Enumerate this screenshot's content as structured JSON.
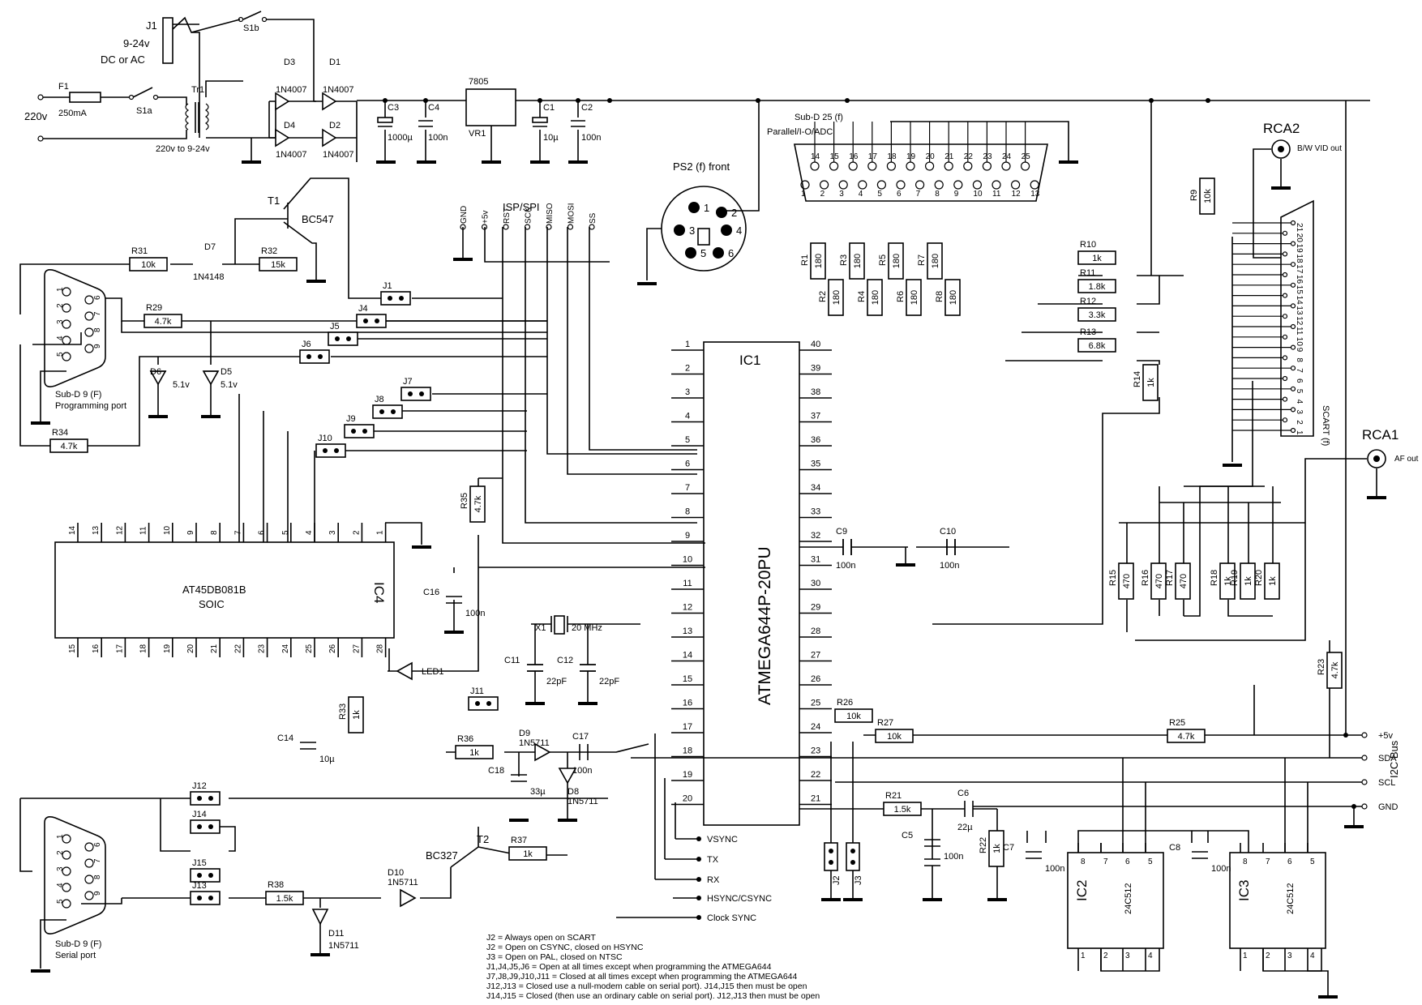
{
  "power": {
    "j1": "J1",
    "j1_v": "9-24v",
    "j1_type": "DC or AC",
    "mains": "220v",
    "fuse": "F1",
    "fuse_val": "250mA",
    "s1a": "S1a",
    "s1b": "S1b",
    "tr1": "Tr1",
    "tr1_val": "220v to 9-24v",
    "diodes": [
      "D3",
      "D1",
      "D4",
      "D2"
    ],
    "diode_type": "1N4007",
    "c3": "C3",
    "c3_val": "1000µ",
    "c4": "C4",
    "c4_val": "100n",
    "reg": "7805",
    "reg_ref": "VR1",
    "c1": "C1",
    "c1_val": "10µ",
    "c2": "C2",
    "c2_val": "100n"
  },
  "connectors": {
    "subd25": "Sub-D 25 (f)",
    "subd25_desc": "Parallel/I-O/ADC",
    "subd25_top": [
      "14",
      "15",
      "16",
      "17",
      "18",
      "19",
      "20",
      "21",
      "22",
      "23",
      "24",
      "25"
    ],
    "subd25_bot": [
      "1",
      "2",
      "3",
      "4",
      "5",
      "6",
      "7",
      "8",
      "9",
      "10",
      "11",
      "12",
      "13"
    ],
    "ps2": "PS2 (f) front",
    "ps2_pins": [
      "1",
      "2",
      "3",
      "4",
      "5",
      "6"
    ],
    "isp": "ISP/SPI",
    "isp_pins": [
      "GND",
      "+5v",
      "RST",
      "SCK",
      "MISO",
      "MOSI",
      "SS"
    ],
    "rca2": "RCA2",
    "rca2_desc": "B/W VID out",
    "rca1": "RCA1",
    "rca1_desc": "AF out",
    "scart": "SCART (f)",
    "scart_pins": [
      "21",
      "20",
      "19",
      "18",
      "17",
      "16",
      "15",
      "14",
      "13",
      "12",
      "11",
      "10",
      "9",
      "8",
      "7",
      "6",
      "5",
      "4",
      "3",
      "2",
      "1"
    ],
    "subd9_prog": "Sub-D 9 (F)",
    "subd9_prog_desc": "Programming port",
    "subd9_ser": "Sub-D 9 (F)",
    "subd9_ser_desc": "Serial port",
    "subd9_pins_left": [
      "1",
      "2",
      "3",
      "4",
      "5"
    ],
    "subd9_pins_right": [
      "6",
      "7",
      "8",
      "9"
    ],
    "i2c": "I2C Bus",
    "i2c_lines": [
      "+5v",
      "SDA",
      "SCL",
      "GND"
    ]
  },
  "ic1": {
    "ref": "IC1",
    "part": "ATMEGA644P-20PU",
    "left_pins": [
      "1",
      "2",
      "3",
      "4",
      "5",
      "6",
      "7",
      "8",
      "9",
      "10",
      "11",
      "12",
      "13",
      "14",
      "15",
      "16",
      "17",
      "18",
      "19",
      "20"
    ],
    "right_pins": [
      "40",
      "39",
      "38",
      "37",
      "36",
      "35",
      "34",
      "33",
      "32",
      "31",
      "30",
      "29",
      "28",
      "27",
      "26",
      "25",
      "24",
      "23",
      "22",
      "21"
    ]
  },
  "ic4": {
    "ref": "IC4",
    "part": "AT45DB081B",
    "pkg": "SOIC",
    "top_pins": [
      "14",
      "13",
      "12",
      "11",
      "10",
      "9",
      "8",
      "7",
      "6",
      "5",
      "4",
      "3",
      "2",
      "1"
    ],
    "bot_pins": [
      "15",
      "16",
      "17",
      "18",
      "19",
      "20",
      "21",
      "22",
      "23",
      "24",
      "25",
      "26",
      "27",
      "28"
    ]
  },
  "eeprom": {
    "ic2": "IC2",
    "ic3": "IC3",
    "part": "24C512",
    "top_pins": [
      "8",
      "7",
      "6",
      "5"
    ],
    "bot_pins": [
      "1",
      "2",
      "3",
      "4"
    ]
  },
  "transistors": {
    "t1": "T1",
    "t1_type": "BC547",
    "t2": "T2",
    "t2_type": "BC327"
  },
  "resistors": [
    {
      "ref": "R31",
      "val": "10k"
    },
    {
      "ref": "R32",
      "val": "15k"
    },
    {
      "ref": "R29",
      "val": "4.7k"
    },
    {
      "ref": "R34",
      "val": "4.7k"
    },
    {
      "ref": "R35",
      "val": "4.7k"
    },
    {
      "ref": "R33",
      "val": "1k"
    },
    {
      "ref": "R36",
      "val": "1k"
    },
    {
      "ref": "R37",
      "val": "1k"
    },
    {
      "ref": "R38",
      "val": "1.5k"
    },
    {
      "ref": "R1",
      "val": "180"
    },
    {
      "ref": "R2",
      "val": "180"
    },
    {
      "ref": "R3",
      "val": "180"
    },
    {
      "ref": "R4",
      "val": "180"
    },
    {
      "ref": "R5",
      "val": "180"
    },
    {
      "ref": "R6",
      "val": "180"
    },
    {
      "ref": "R7",
      "val": "180"
    },
    {
      "ref": "R8",
      "val": "180"
    },
    {
      "ref": "R9",
      "val": "10k"
    },
    {
      "ref": "R10",
      "val": "1k"
    },
    {
      "ref": "R11",
      "val": "1.8k"
    },
    {
      "ref": "R12",
      "val": "3.3k"
    },
    {
      "ref": "R13",
      "val": "6.8k"
    },
    {
      "ref": "R14",
      "val": "1k"
    },
    {
      "ref": "R15",
      "val": "470"
    },
    {
      "ref": "R16",
      "val": "470"
    },
    {
      "ref": "R17",
      "val": "470"
    },
    {
      "ref": "R18",
      "val": "1k"
    },
    {
      "ref": "R19",
      "val": "1k"
    },
    {
      "ref": "R20",
      "val": "1k"
    },
    {
      "ref": "R21",
      "val": "1.5k"
    },
    {
      "ref": "R22",
      "val": "1k"
    },
    {
      "ref": "R23",
      "val": "4.7k"
    },
    {
      "ref": "R25",
      "val": "4.7k"
    },
    {
      "ref": "R26",
      "val": "10k"
    },
    {
      "ref": "R27",
      "val": "10k"
    }
  ],
  "caps": [
    {
      "ref": "C9",
      "val": "100n"
    },
    {
      "ref": "C10",
      "val": "100n"
    },
    {
      "ref": "C11",
      "val": "22pF"
    },
    {
      "ref": "C12",
      "val": "22pF"
    },
    {
      "ref": "C14",
      "val": "10µ"
    },
    {
      "ref": "C16",
      "val": "100n"
    },
    {
      "ref": "C17",
      "val": "100n"
    },
    {
      "ref": "C18",
      "val": "33µ"
    },
    {
      "ref": "C5",
      "val": "100n"
    },
    {
      "ref": "C6",
      "val": "22µ"
    },
    {
      "ref": "C7",
      "val": "100n"
    },
    {
      "ref": "C8",
      "val": "100n"
    }
  ],
  "crystal": {
    "ref": "X1",
    "val": "20 MHz"
  },
  "misc_diodes": [
    {
      "ref": "D6",
      "val": "5.1v"
    },
    {
      "ref": "D5",
      "val": "5.1v"
    },
    {
      "ref": "D7",
      "val": "1N4148"
    },
    {
      "ref": "D9",
      "val": "1N5711"
    },
    {
      "ref": "D8",
      "val": "1N5711"
    },
    {
      "ref": "D10",
      "val": "1N5711"
    },
    {
      "ref": "D11",
      "val": "1N5711"
    },
    {
      "ref": "LED1",
      "val": ""
    }
  ],
  "jumpers": [
    "J1",
    "J4",
    "J5",
    "J6",
    "J7",
    "J8",
    "J9",
    "J10",
    "J11",
    "J12",
    "J14",
    "J15",
    "J13",
    "J2",
    "J3"
  ],
  "sync_labels": [
    "VSYNC",
    "TX",
    "RX",
    "HSYNC/CSYNC",
    "Clock SYNC"
  ],
  "notes": [
    "J2 = Always open on SCART",
    "J2 = Open on CSYNC, closed on HSYNC",
    "J3 = Open on PAL, closed on NTSC",
    "J1,J4,J5,J6 = Open at all times except when programming the ATMEGA644",
    "J7,J8,J9,J10,J11 = Closed at all times except when programming the ATMEGA644",
    "J12,J13 = Closed use a null-modem cable on serial port). J14,J15 then must be open",
    "J14,J15 = Closed (then use an ordinary cable on serial port). J12,J13 then must be open"
  ]
}
